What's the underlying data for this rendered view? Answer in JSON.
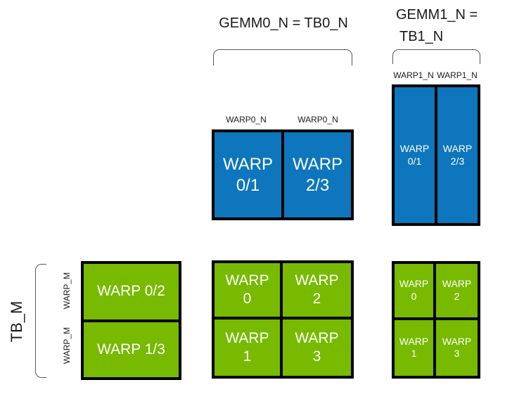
{
  "colors": {
    "blue": "#0D76BC",
    "green": "#77BA00",
    "border": "#000000",
    "bracket": "#595959",
    "title_text": "#1A1A1A",
    "cell_text": "#FFFFFF"
  },
  "titles": {
    "gemm0": "GEMM0_N = TB0_N",
    "gemm1_line1": "GEMM1_N =",
    "gemm1_line2": "TB1_N"
  },
  "labels": {
    "tb_m": "TB_M",
    "warp_m_top": "WARP_M",
    "warp_m_bottom": "WARP_M",
    "warp0_n_left": "WARP0_N",
    "warp0_n_right": "WARP0_N",
    "warp1_n_left": "WARP1_N",
    "warp1_n_right": "WARP1_N"
  },
  "blocks": {
    "gemm0_accum": {
      "cells": [
        {
          "line1": "WARP",
          "line2": "0/1"
        },
        {
          "line1": "WARP",
          "line2": "2/3"
        }
      ]
    },
    "gemm1_accum": {
      "cells": [
        {
          "line1": "WARP",
          "line2": "0/1"
        },
        {
          "line1": "WARP",
          "line2": "2/3"
        }
      ]
    },
    "gemm0_operand": {
      "cells": [
        {
          "label": "WARP 0/2"
        },
        {
          "label": "WARP 1/3"
        }
      ]
    },
    "gemm0_warps": {
      "cells": [
        {
          "line1": "WARP",
          "line2": "0"
        },
        {
          "line1": "WARP",
          "line2": "2"
        },
        {
          "line1": "WARP",
          "line2": "1"
        },
        {
          "line1": "WARP",
          "line2": "3"
        }
      ]
    },
    "gemm1_warps": {
      "cells": [
        {
          "line1": "WARP",
          "line2": "0"
        },
        {
          "line1": "WARP",
          "line2": "2"
        },
        {
          "line1": "WARP",
          "line2": "1"
        },
        {
          "line1": "WARP",
          "line2": "3"
        }
      ]
    }
  }
}
